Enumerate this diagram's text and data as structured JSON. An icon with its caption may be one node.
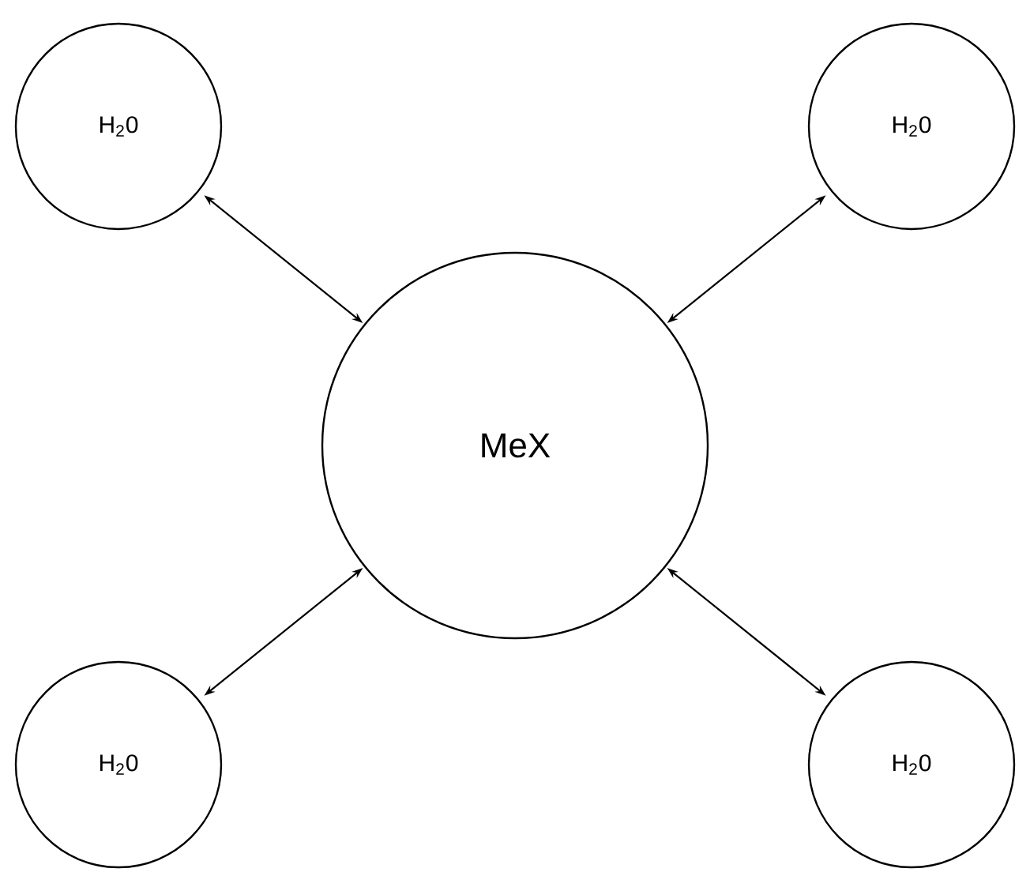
{
  "diagram": {
    "nodes": [
      {
        "text": [
          "H$_{2}$0"
        ]
      },
      {
        "text": [
          "H$_{2}$0"
        ]
      },
      {
        "text": [
          "MeX"
        ]
      },
      {
        "text": [
          "H$_{2}$0"
        ]
      },
      {
        "text": [
          "H$_{2}$0"
        ]
      }
    ],
    "edges": [
      {
        "from": 0,
        "to": 2,
        "arrow": "both"
      },
      {
        "from": 1,
        "to": 2,
        "arrow": "both"
      },
      {
        "from": 3,
        "to": 2,
        "arrow": "both"
      },
      {
        "from": 4,
        "to": 2,
        "arrow": "both"
      }
    ]
  }
}
